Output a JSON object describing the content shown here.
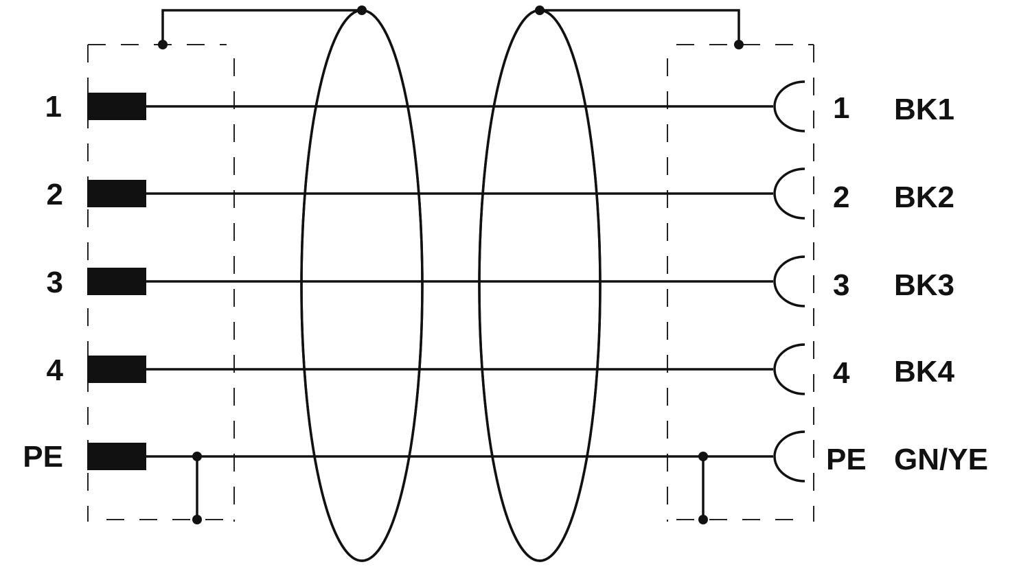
{
  "diagram": {
    "left_pins": [
      "1",
      "2",
      "3",
      "4",
      "PE"
    ],
    "right_pins": [
      "1",
      "2",
      "3",
      "4",
      "PE"
    ],
    "wire_colors": [
      "BK1",
      "BK2",
      "BK3",
      "BK4",
      "GN/YE"
    ],
    "colors": {
      "line": "#111111",
      "background": "#ffffff"
    }
  }
}
